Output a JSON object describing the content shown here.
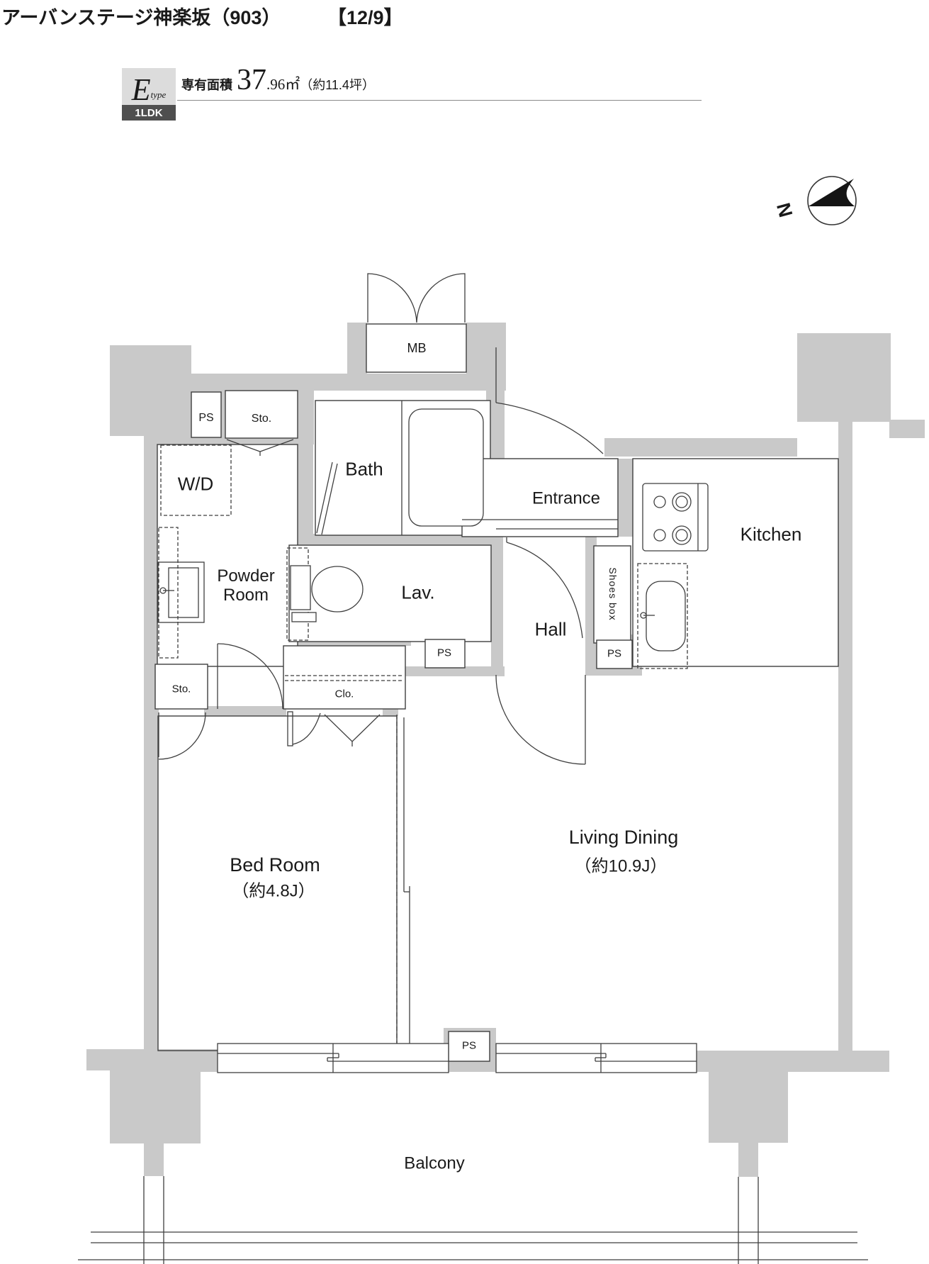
{
  "header": {
    "title": "アーバンステージ神楽坂（903）",
    "date_tag": "【12/9】",
    "type_letter": "E",
    "type_suffix": "type",
    "layout": "1LDK",
    "area_label": "専有面積",
    "area_main": "37",
    "area_decimal": ".96㎡",
    "area_tsubo": "（約11.4坪）"
  },
  "compass": {
    "north": "N"
  },
  "labels": {
    "mb": "MB",
    "ps_top": "PS",
    "sto_top": "Sto.",
    "wd": "W/D",
    "bath": "Bath",
    "entrance": "Entrance",
    "kitchen": "Kitchen",
    "powder_room": "Powder Room",
    "lav": "Lav.",
    "hall": "Hall",
    "shoes_box": "Shoes box",
    "ps_mid": "PS",
    "ps_right": "PS",
    "sto_lower": "Sto.",
    "clo": "Clo.",
    "bedroom": "Bed Room",
    "bedroom_size": "（約4.8J）",
    "living": "Living Dining",
    "living_size": "（約10.9J）",
    "ps_bottom": "PS",
    "balcony": "Balcony"
  },
  "colors": {
    "wall_fill": "#c9c9c9",
    "line": "#3f3f3f",
    "badge_bg": "#dcdcdc",
    "ldk_bg": "#4f4f4f",
    "arrow": "#141414"
  }
}
